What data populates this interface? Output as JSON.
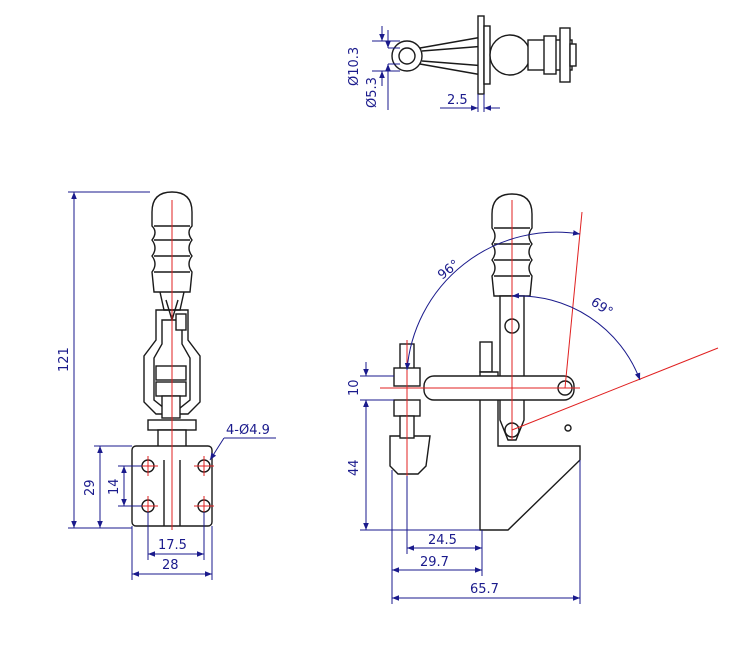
{
  "drawing": {
    "top_view": {
      "dim_outer_diameter": "Ø10.3",
      "dim_inner_diameter": "Ø5.3",
      "dim_thickness": "2.5"
    },
    "front_view": {
      "dim_total_height": "121",
      "dim_hole_spacing_vertical_outer": "29",
      "dim_hole_spacing_vertical_inner": "14",
      "dim_holes": "4-Ø4.9",
      "dim_hole_spacing_horizontal": "17.5",
      "dim_base_width": "28"
    },
    "side_view": {
      "dim_handle_open_angle": "96°",
      "dim_arm_open_angle": "69°",
      "dim_spindle_offset": "10",
      "dim_spindle_height": "44",
      "dim_arm_reach": "24.5",
      "dim_base_reach": "29.7",
      "dim_total_length": "65.7"
    },
    "colors": {
      "outline": "#1a1a1a",
      "dimension": "#1a1a8c",
      "centerline": "#e02020"
    }
  }
}
